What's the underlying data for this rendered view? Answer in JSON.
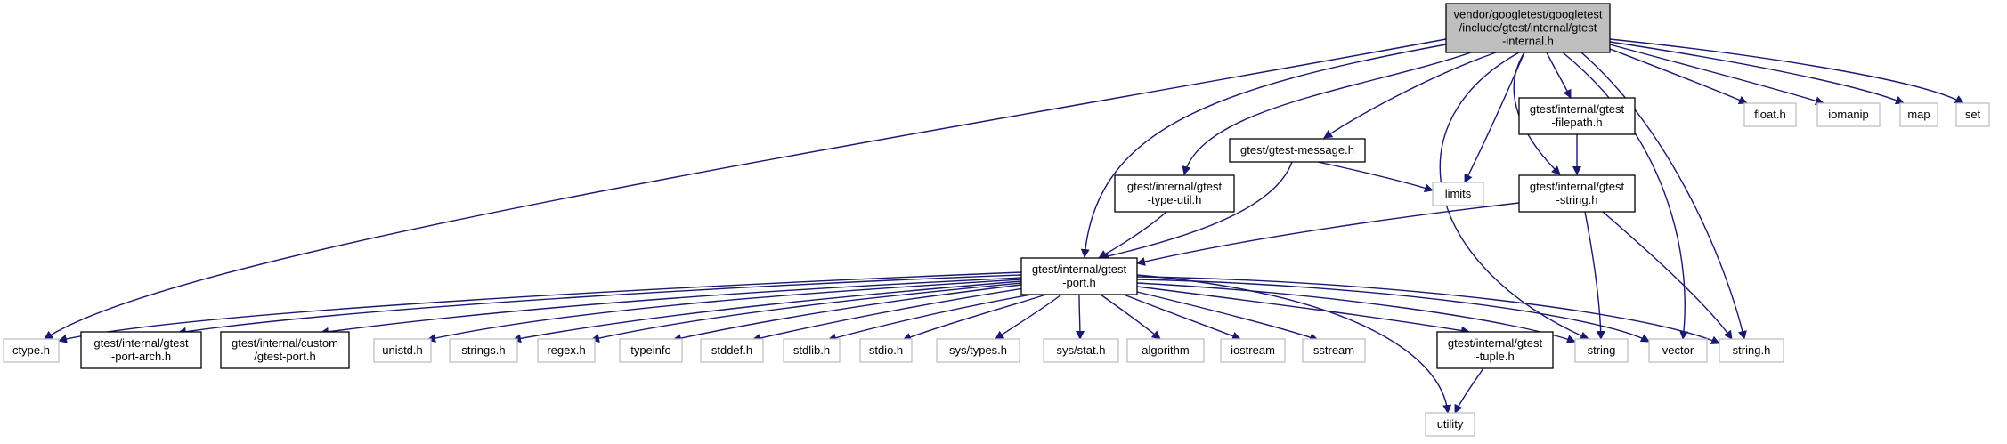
{
  "colors": {
    "edge": "#191970",
    "node_border": "#000000",
    "system_border": "#bfbfbf",
    "root_fill": "#bfbfbf",
    "node_fill": "#ffffff"
  },
  "nodes": {
    "root": [
      "vendor/googletest/googletest",
      "/include/gtest/internal/gtest",
      "-internal.h"
    ],
    "gtest_message": [
      "gtest/gtest-message.h"
    ],
    "filepath": [
      "gtest/internal/gtest",
      "-filepath.h"
    ],
    "float_h": [
      "float.h"
    ],
    "iomanip": [
      "iomanip"
    ],
    "map": [
      "map"
    ],
    "set": [
      "set"
    ],
    "type_util": [
      "gtest/internal/gtest",
      "-type-util.h"
    ],
    "limits": [
      "limits"
    ],
    "gtest_string": [
      "gtest/internal/gtest",
      "-string.h"
    ],
    "port": [
      "gtest/internal/gtest",
      "-port.h"
    ],
    "ctype": [
      "ctype.h"
    ],
    "port_arch": [
      "gtest/internal/gtest",
      "-port-arch.h"
    ],
    "custom_port": [
      "gtest/internal/custom",
      "/gtest-port.h"
    ],
    "unistd": [
      "unistd.h"
    ],
    "strings_h": [
      "strings.h"
    ],
    "regex": [
      "regex.h"
    ],
    "typeinfo": [
      "typeinfo"
    ],
    "stddef": [
      "stddef.h"
    ],
    "stdlib": [
      "stdlib.h"
    ],
    "stdio": [
      "stdio.h"
    ],
    "sys_types": [
      "sys/types.h"
    ],
    "sys_stat": [
      "sys/stat.h"
    ],
    "algorithm": [
      "algorithm"
    ],
    "iostream": [
      "iostream"
    ],
    "sstream": [
      "sstream"
    ],
    "tuple": [
      "gtest/internal/gtest",
      "-tuple.h"
    ],
    "string": [
      "string"
    ],
    "vector": [
      "vector"
    ],
    "string_h": [
      "string.h"
    ],
    "utility": [
      "utility"
    ]
  }
}
